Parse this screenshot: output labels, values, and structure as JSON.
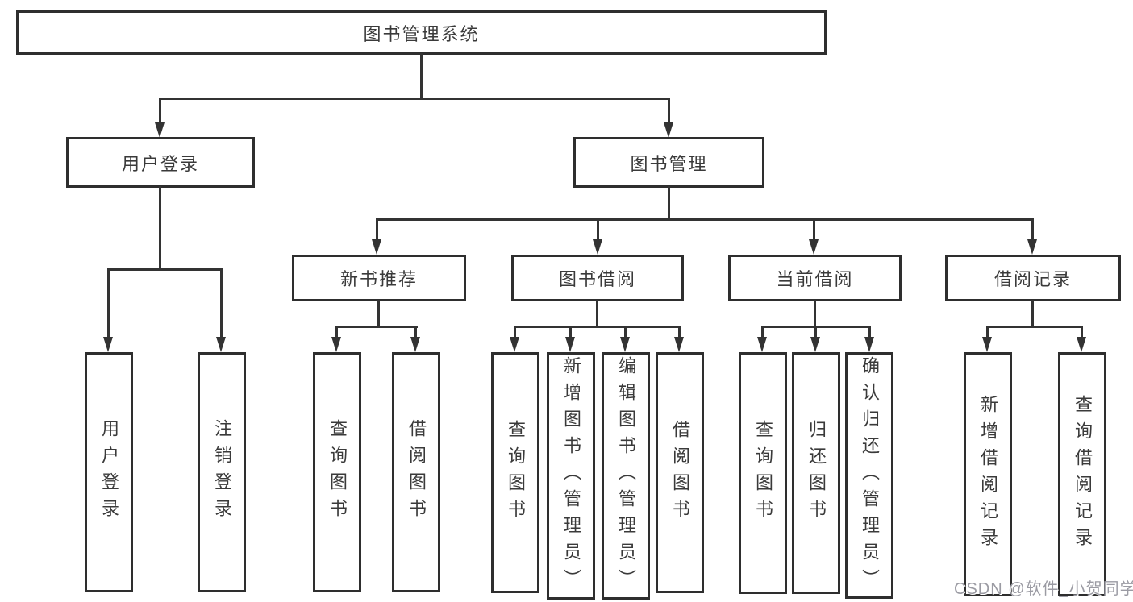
{
  "tree": {
    "root": {
      "label": "图书管理系统",
      "children": [
        {
          "label": "用户登录",
          "children": [
            {
              "label": "用户登录"
            },
            {
              "label": "注销登录"
            }
          ]
        },
        {
          "label": "图书管理",
          "children": [
            {
              "label": "新书推荐",
              "children": [
                {
                  "label": "查询图书"
                },
                {
                  "label": "借阅图书"
                }
              ]
            },
            {
              "label": "图书借阅",
              "children": [
                {
                  "label": "查询图书"
                },
                {
                  "label": "新增图书（管理员）"
                },
                {
                  "label": "编辑图书（管理员）"
                },
                {
                  "label": "借阅图书"
                }
              ]
            },
            {
              "label": "当前借阅",
              "children": [
                {
                  "label": "查询图书"
                },
                {
                  "label": "归还图书"
                },
                {
                  "label": "确认归还（管理员）"
                }
              ]
            },
            {
              "label": "借阅记录",
              "children": [
                {
                  "label": "新增借阅记录"
                },
                {
                  "label": "查询借阅记录"
                }
              ]
            }
          ]
        }
      ]
    }
  },
  "watermark": "CSDN @软件_小贺同学",
  "colors": {
    "line": "#333333",
    "border": "#2e2e2e",
    "text": "#3a3a3a",
    "watermark": "#9b9ba3",
    "background": "#ffffff"
  }
}
